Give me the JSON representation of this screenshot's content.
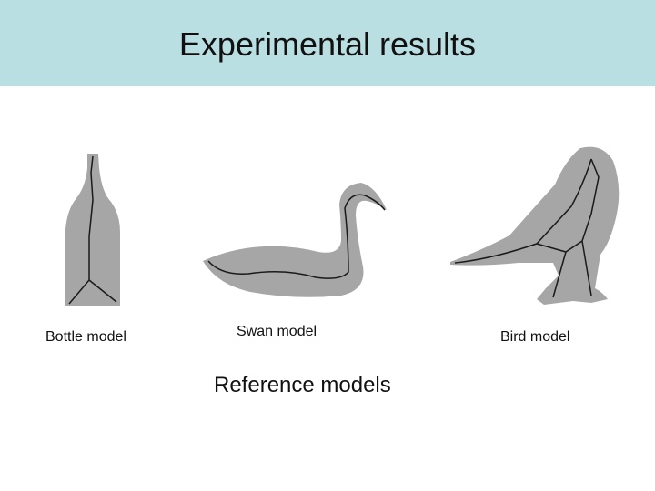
{
  "slide": {
    "title": "Experimental results",
    "subtitle": "Reference models"
  },
  "models": [
    {
      "label": "Bottle model",
      "icon": "bottle-silhouette-icon"
    },
    {
      "label": "Swan model",
      "icon": "swan-silhouette-icon"
    },
    {
      "label": "Bird model",
      "icon": "bird-silhouette-icon"
    }
  ],
  "colors": {
    "header_background": "#b9dfe3",
    "silhouette": "#a6a6a6",
    "skeleton": "#1a1a1a"
  }
}
